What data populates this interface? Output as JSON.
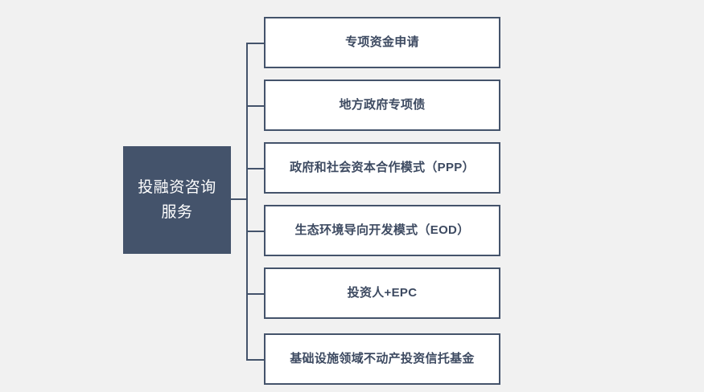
{
  "diagram": {
    "type": "tree-mindmap",
    "orientation": "left-to-right",
    "background_color": "#f1f1f1",
    "accent_color": "#44536b",
    "leaf_text_color": "#3d4a61",
    "root_text_color": "#ffffff",
    "root": {
      "label": "投融资咨询\n服务",
      "label_line1": "投融资咨询",
      "label_line2": "服务"
    },
    "branches": [
      {
        "label": "专项资金申请"
      },
      {
        "label": "地方政府专项债"
      },
      {
        "label": "政府和社会资本合作模式（PPP）"
      },
      {
        "label": "生态环境导向开发模式（EOD）"
      },
      {
        "label": "投资人+EPC"
      },
      {
        "label": "基础设施领域不动产投资信托基金"
      }
    ]
  }
}
